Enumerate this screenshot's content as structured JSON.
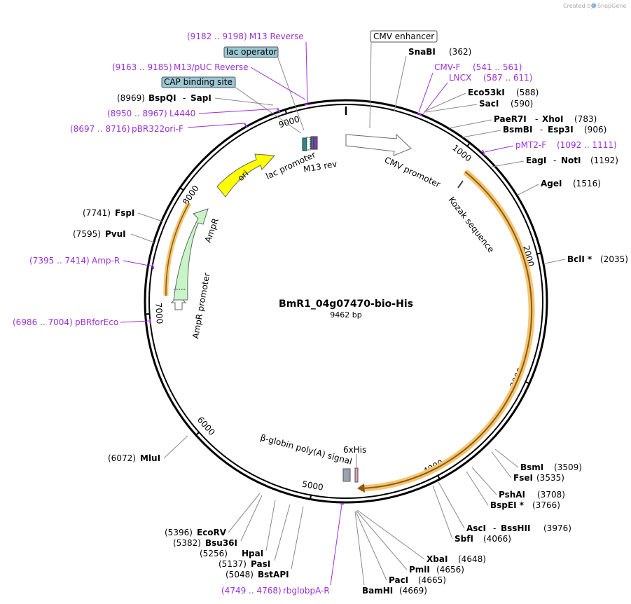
{
  "credit": "Created by",
  "brand": "SnapGene",
  "title": "BmR1_04g07470-bio-His",
  "length_text": "9462 bp",
  "total_bp": 9462,
  "ticks": [
    "1000",
    "2000",
    "3000",
    "4000",
    "5000",
    "6000",
    "7000",
    "8000",
    "9000"
  ],
  "features": {
    "cmv_enhancer": "CMV enhancer",
    "cmv_promoter": "CMV promoter",
    "kozak": "Kozak sequence",
    "six_his": "6xHis",
    "bglobin": "β-globin poly(A) signal",
    "ampr_promoter": "AmpR promoter",
    "ampr": "AmpR",
    "ori": "ori",
    "lac_promoter": "lac promoter",
    "m13_rev": "M13 rev",
    "lac_operator": "lac operator",
    "cap_site": "CAP binding site"
  },
  "enzymes": [
    {
      "name": "SnaBI",
      "pos": "(362)"
    },
    {
      "name": "Eco53kI",
      "pos": "(588)"
    },
    {
      "name": "SacI",
      "pos": "(590)"
    },
    {
      "name": "PaeR7I",
      "name2": "XhoI",
      "pos": "(783)"
    },
    {
      "name": "BsmBI",
      "name2": "Esp3I",
      "pos": "(906)"
    },
    {
      "name": "EagI",
      "name2": "NotI",
      "pos": "(1192)"
    },
    {
      "name": "AgeI",
      "pos": "(1516)"
    },
    {
      "name": "BclI *",
      "pos": "(2035)"
    },
    {
      "name": "BsmI",
      "pos": "(3509)"
    },
    {
      "name": "FseI",
      "pos": "(3535)"
    },
    {
      "name": "PshAI",
      "pos": "(3708)"
    },
    {
      "name": "BspEI *",
      "pos": "(3766)"
    },
    {
      "name": "AscI",
      "name2": "BssHII",
      "pos": "(3976)"
    },
    {
      "name": "SbfI",
      "pos": "(4066)"
    },
    {
      "name": "XbaI",
      "pos": "(4648)"
    },
    {
      "name": "PmlI",
      "pos": "(4656)"
    },
    {
      "name": "PacI",
      "pos": "(4665)"
    },
    {
      "name": "BamHI",
      "pos": "(4669)"
    },
    {
      "name": "BstAPI",
      "pos": "(5048)"
    },
    {
      "name": "PasI",
      "pos": "(5137)"
    },
    {
      "name": "HpaI",
      "pos": "(5256)"
    },
    {
      "name": "Bsu36I",
      "pos": "(5382)"
    },
    {
      "name": "EcoRV",
      "pos": "(5396)"
    },
    {
      "name": "MluI",
      "pos": "(6072)"
    },
    {
      "name": "PvuI",
      "pos": "(7595)"
    },
    {
      "name": "FspI",
      "pos": "(7741)"
    },
    {
      "name": "BspQI",
      "name2": "SapI",
      "pos": "(8969)"
    }
  ],
  "primers": [
    {
      "name": "M13 Reverse",
      "pos": "(9182 .. 9198)"
    },
    {
      "name": "M13/pUC Reverse",
      "pos": "(9163 .. 9185)"
    },
    {
      "name": "L4440",
      "pos": "(8950 .. 8967)"
    },
    {
      "name": "pBR322ori-F",
      "pos": "(8697 .. 8716)"
    },
    {
      "name": "CMV-F",
      "pos": "(541 .. 561)"
    },
    {
      "name": "LNCX",
      "pos": "(587 .. 611)"
    },
    {
      "name": "pMT2-F",
      "pos": "(1092 .. 1111)"
    },
    {
      "name": "Amp-R",
      "pos": "(7395 .. 7414)"
    },
    {
      "name": "pBRforEco",
      "pos": "(6986 .. 7004)"
    },
    {
      "name": "rbglobpA-R",
      "pos": "(4749 .. 4768)"
    }
  ]
}
